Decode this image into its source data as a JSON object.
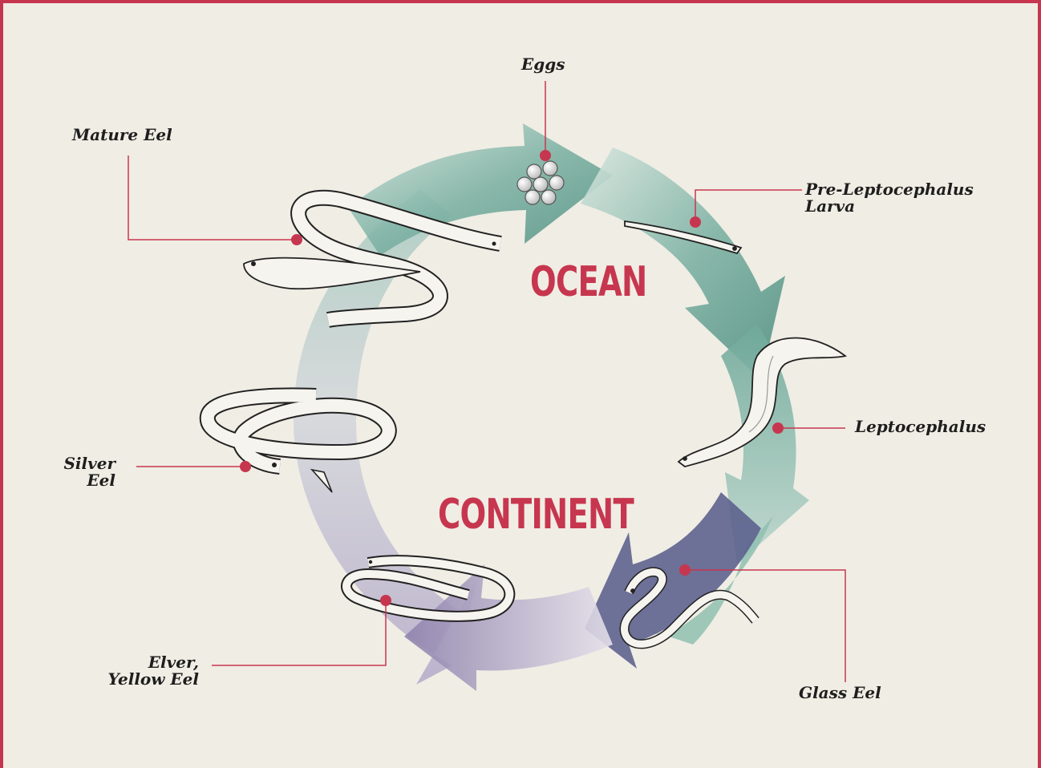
{
  "regions": {
    "ocean": "OCEAN",
    "continent": "CONTINENT"
  },
  "stages": {
    "eggs": "Eggs",
    "mature_eel": "Mature Eel",
    "pre_lepto_line1": "Pre-Leptocephalus",
    "pre_lepto_line2": "Larva",
    "leptocephalus": "Leptocephalus",
    "glass_eel": "Glass Eel",
    "silver_line1": "Silver",
    "silver_line2": "Eel",
    "elver_line1": "Elver,",
    "elver_line2": "Yellow Eel"
  },
  "colors": {
    "background": "#f0ede4",
    "accent": "#c7364f",
    "ocean_arrow": "#6fa99a",
    "continent_arrow": "#9a8db5",
    "text": "#1e1e1e"
  }
}
